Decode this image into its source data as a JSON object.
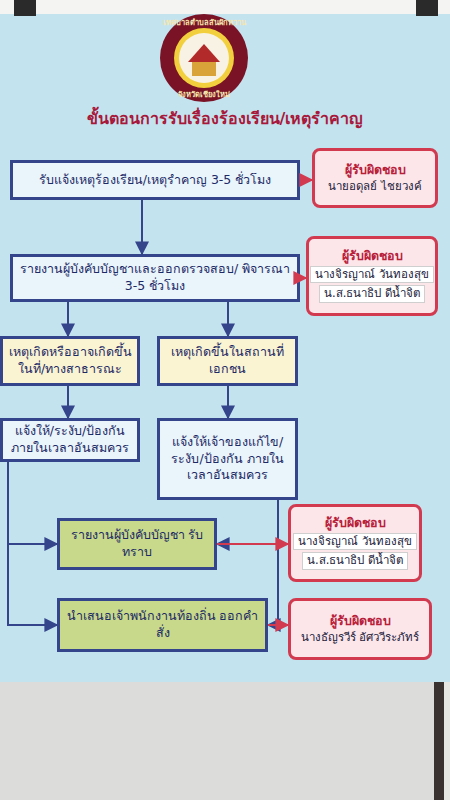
{
  "diagram": {
    "title": "ขั้นตอนการรับเรื่องร้องเรียน/เหตุรำคาญ",
    "nodes": [
      {
        "text": [
          "รับแจ้งเหตุร้องเรียน/เหตุรำคาญ 3-5 ชั่วโมง"
        ]
      },
      {
        "text": [
          "ผู้รับผิดชอบ",
          "นายอดุลย์ ไชยวงค์"
        ]
      },
      {
        "text": [
          "รายงานผู้บังคับบัญชาและออกตรวจสอบ/ พิจารณา 3-5 ชั่วโมง"
        ]
      },
      {
        "text": [
          "ผู้รับผิดชอบ",
          "นางจิรญาณ์ วันทองสุข",
          "น.ส.ธนาธิป ดีน้ำจิต"
        ]
      },
      {
        "text": [
          "เหตุเกิดหรืออาจเกิดขึ้น ในที่/ทางสาธารณะ"
        ]
      },
      {
        "text": [
          "เหตุเกิดขึ้นในสถานที่ เอกชน"
        ]
      },
      {
        "text": [
          "แจ้งให้/ระงับ/ป้องกัน ภายในเวลาอันสมควร"
        ]
      },
      {
        "text": [
          "แจ้งให้เจ้าของแก้ไข/ ระงับ/ป้องกัน ภายในเวลาอันสมควร"
        ]
      },
      {
        "text": [
          "รายงานผู้บังคับบัญชา รับทราบ"
        ]
      },
      {
        "text": [
          "ผู้รับผิดชอบ",
          "นางจิรญาณ์ วันทองสุข",
          "น.ส.ธนาธิป ดีน้ำจิต"
        ]
      },
      {
        "text": [
          "นำเสนอเจ้าพนักงานท้องถิ่น ออกคำสั่ง"
        ]
      },
      {
        "text": [
          "ผู้รับผิดชอบ",
          "นางธัญรวีร์ อัศววีระภัทร์"
        ]
      }
    ],
    "edges": [
      {
        "from": 0,
        "to": 1,
        "arrow": "to"
      },
      {
        "from": 0,
        "to": 2,
        "arrow": "to"
      },
      {
        "from": 2,
        "to": 3,
        "arrow": "to"
      },
      {
        "from": 2,
        "to": 4,
        "arrow": "to"
      },
      {
        "from": 2,
        "to": 5,
        "arrow": "to"
      },
      {
        "from": 4,
        "to": 6,
        "arrow": "to"
      },
      {
        "from": 5,
        "to": 7,
        "arrow": "to"
      },
      {
        "from": 6,
        "to": 8,
        "arrow": "to"
      },
      {
        "from": 6,
        "to": 10,
        "arrow": "to"
      },
      {
        "from": 7,
        "to": 8,
        "arrow": "to"
      },
      {
        "from": 7,
        "to": 10,
        "arrow": "to"
      },
      {
        "from": 8,
        "to": 9,
        "arrow": "to"
      },
      {
        "from": 10,
        "to": 11,
        "arrow": "to"
      }
    ],
    "labels": [
      "เทศบาลตำบลสันผักหวาน",
      "จังหวัดเชียงใหม่"
    ]
  }
}
